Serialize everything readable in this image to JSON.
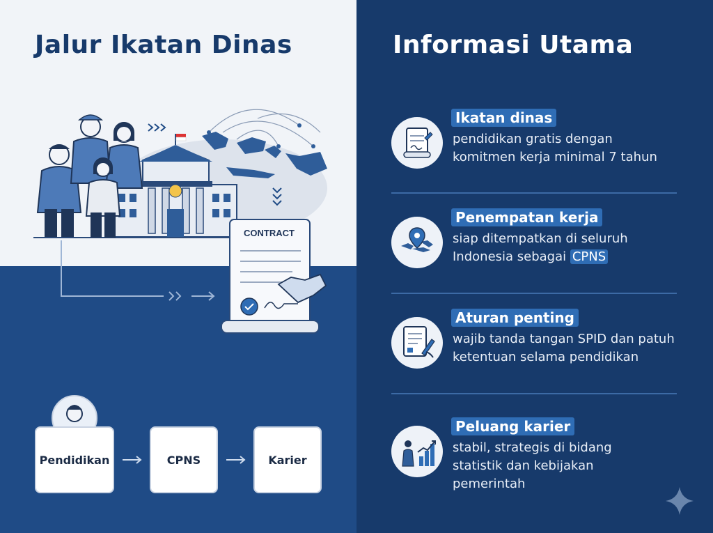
{
  "left": {
    "title": "Jalur Ikatan Dinas",
    "contract_label": "CONTRACT",
    "steps": [
      {
        "label": "Pendidikan"
      },
      {
        "label": "CPNS"
      },
      {
        "label": "Karier"
      }
    ]
  },
  "right": {
    "title": "Informasi Utama",
    "items": [
      {
        "title": "Ikatan dinas",
        "line1": "pendidikan gratis dengan",
        "line2": "komitmen kerja minimal 7 tahun",
        "icon": "contract-icon"
      },
      {
        "title": "Penempatan kerja",
        "line1": "siap ditempatkan di seluruh",
        "line2_pre": "Indonesia sebagai ",
        "line2_highlight": "CPNS",
        "icon": "map-pin-icon"
      },
      {
        "title": "Aturan penting",
        "line1": "wajib tanda tangan SPID dan patuh",
        "line2": "ketentuan selama pendidikan",
        "icon": "signing-document-icon"
      },
      {
        "title": "Peluang karier",
        "line1": "stabil, strategis di bidang",
        "line2": "statistik dan kebijakan",
        "line3": "pemerintah",
        "icon": "growth-chart-icon"
      }
    ]
  },
  "colors": {
    "navy": "#173a6b",
    "blue": "#1f4b86",
    "accent": "#2f6db5",
    "light": "#f1f4f8"
  }
}
